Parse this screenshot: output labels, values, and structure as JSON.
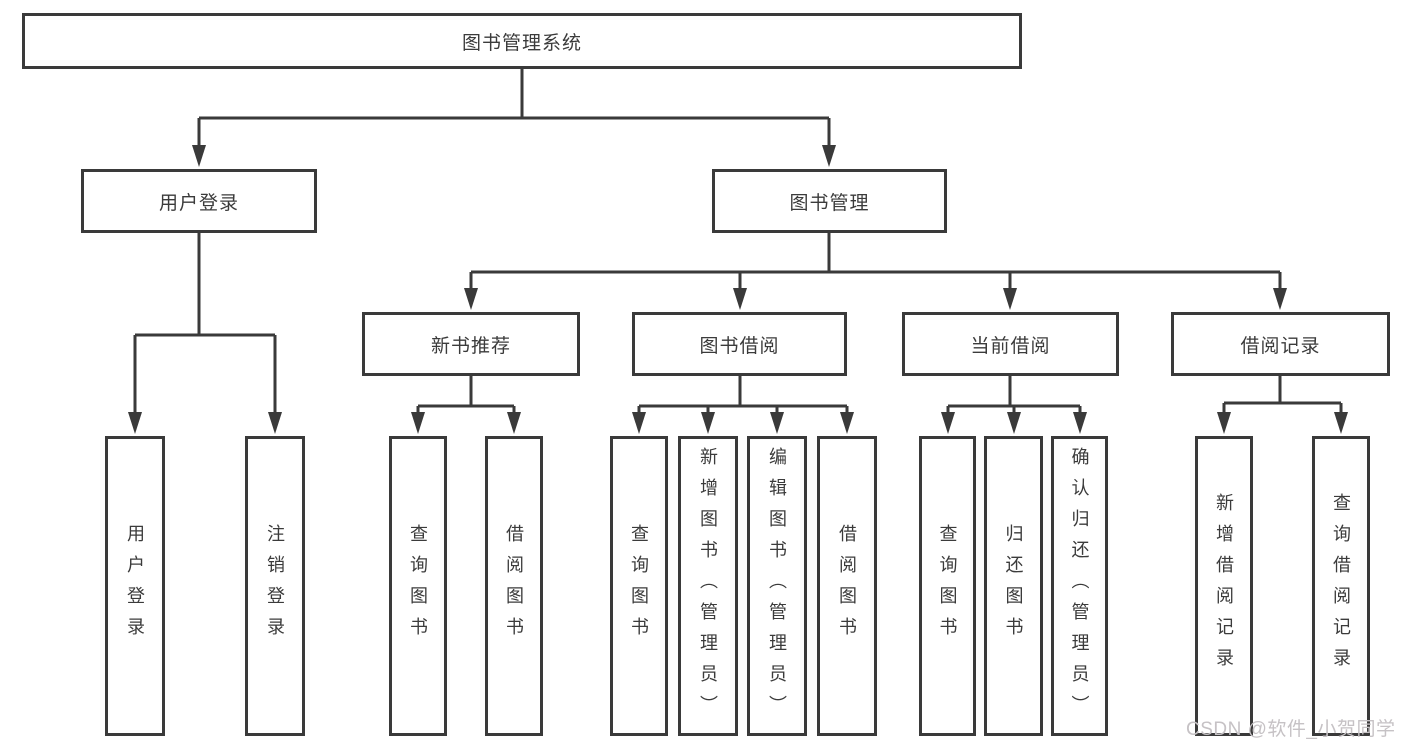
{
  "colors": {
    "line": "#3a3a3a",
    "text": "#3b3b3b",
    "background": "#ffffff",
    "watermark": "#c6c2c5"
  },
  "tree": {
    "root": "图书管理系统",
    "children": [
      {
        "label": "用户登录",
        "children": [
          "用户登录",
          "注销登录"
        ]
      },
      {
        "label": "图书管理",
        "children": [
          {
            "label": "新书推荐",
            "children": [
              "查询图书",
              "借阅图书"
            ]
          },
          {
            "label": "图书借阅",
            "children": [
              "查询图书",
              "新增图书（管理员）",
              "编辑图书（管理员）",
              "借阅图书"
            ]
          },
          {
            "label": "当前借阅",
            "children": [
              "查询图书",
              "归还图书",
              "确认归还（管理员）"
            ]
          },
          {
            "label": "借阅记录",
            "children": [
              "新增借阅记录",
              "查询借阅记录"
            ]
          }
        ]
      }
    ]
  },
  "watermark": {
    "text": "CSDN @软件_小贺同学"
  }
}
